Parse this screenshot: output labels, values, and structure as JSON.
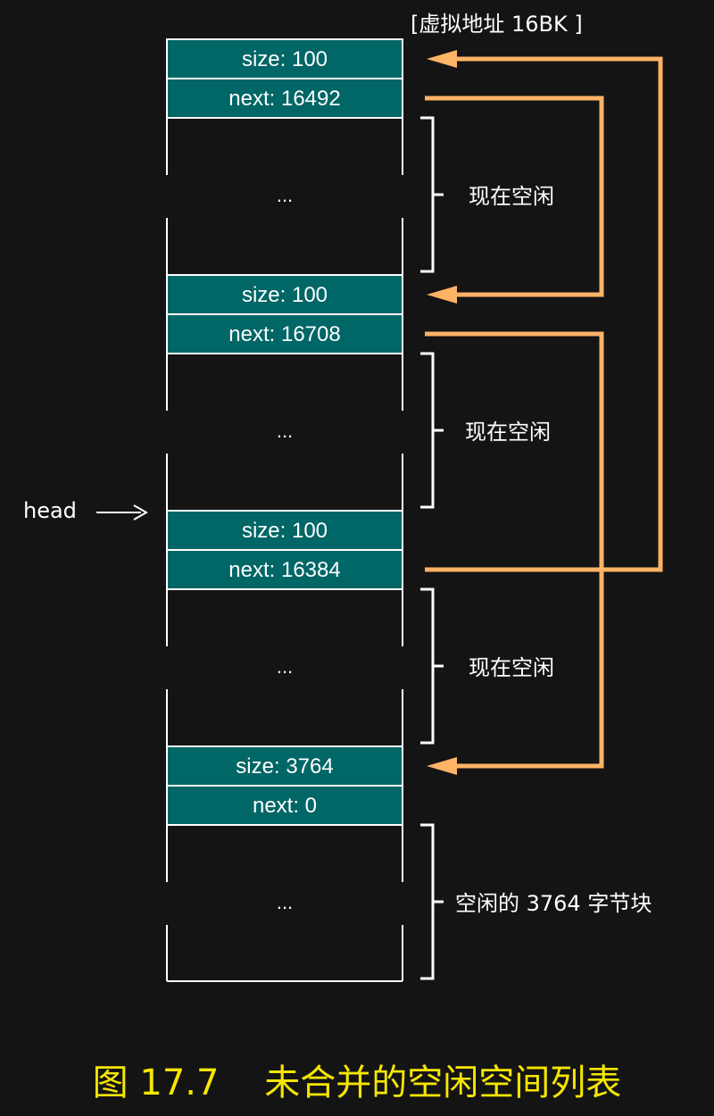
{
  "title": "[虚拟地址 16BK ]",
  "head_label": "head",
  "caption": "图 17.7    未合并的空闲空间列表",
  "colors": {
    "cell_fill": "#006666",
    "arrow": "#ffb366",
    "caption": "#f5e600",
    "background": "#141414"
  },
  "blocks": [
    {
      "size": "size: 100",
      "next": "next: 16492",
      "body": "...",
      "note": "现在空闲"
    },
    {
      "size": "size: 100",
      "next": "next: 16708",
      "body": "...",
      "note": "现在空闲"
    },
    {
      "size": "size: 100",
      "next": "next: 16384",
      "body": "...",
      "note": "现在空闲"
    },
    {
      "size": "size: 3764",
      "next": "next: 0",
      "body": "...",
      "note": "空闲的 3764 字节块"
    }
  ]
}
